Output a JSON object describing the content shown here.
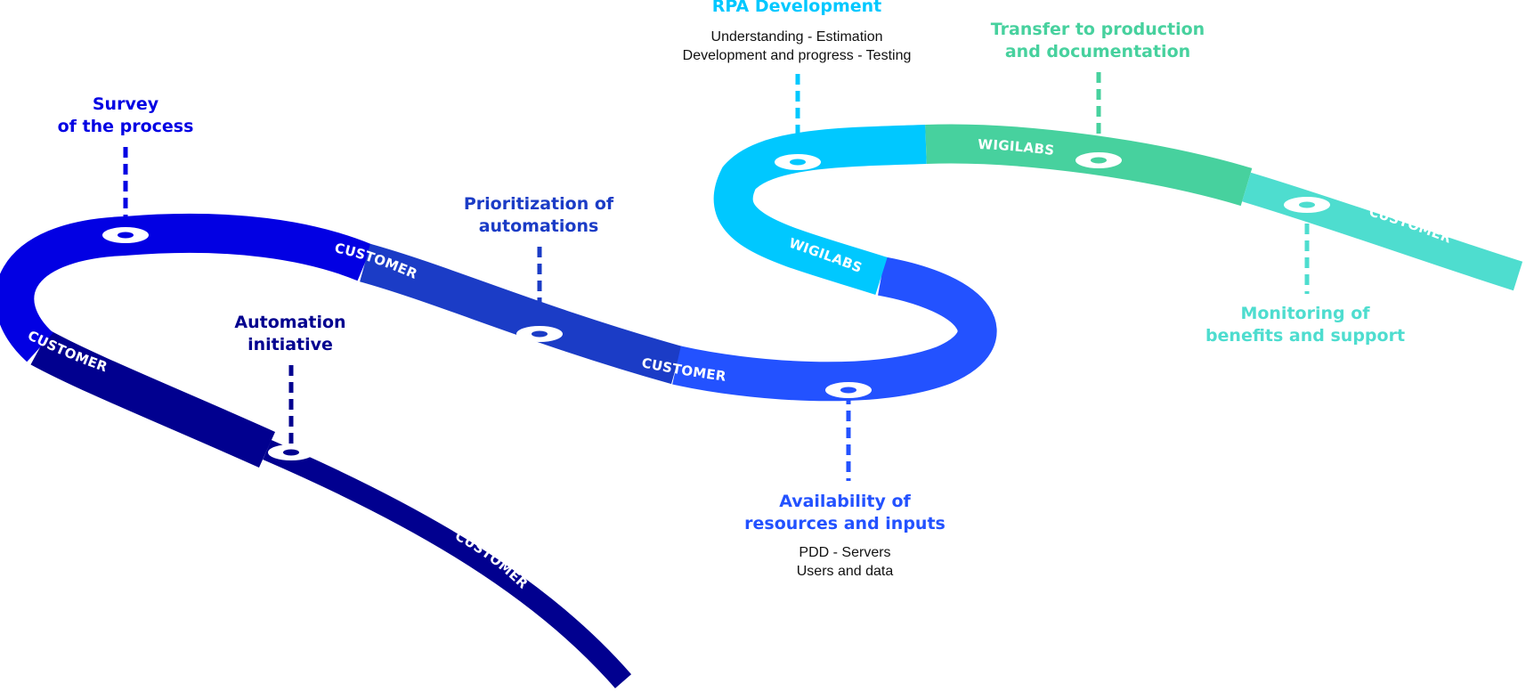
{
  "colors": {
    "navy": "#01008F",
    "royal": "#0200E3",
    "mid_blue": "#1B3CC6",
    "bright_blue": "#2352FF",
    "cyan": "#00C8FF",
    "green": "#47D19E",
    "teal": "#4EDDCF"
  },
  "road_labels": {
    "customer": "CUSTOMER",
    "wigilabs": "WIGILABS"
  },
  "milestones": {
    "automation_initiative": {
      "line1": "Automation",
      "line2": "initiative"
    },
    "survey": {
      "line1": "Survey",
      "line2": "of the process"
    },
    "prioritization": {
      "line1": "Prioritization of",
      "line2": "automations"
    },
    "availability": {
      "line1": "Availability of",
      "line2": "resources and inputs",
      "detail1": "PDD - Servers",
      "detail2": "Users and data"
    },
    "rpa": {
      "line1": "RPA Development",
      "detail1": "Understanding - Estimation",
      "detail2": "Development and progress - Testing"
    },
    "transfer": {
      "line1": "Transfer to production",
      "line2": "and documentation"
    },
    "monitoring": {
      "line1": "Monitoring of",
      "line2": "benefits and support"
    }
  }
}
